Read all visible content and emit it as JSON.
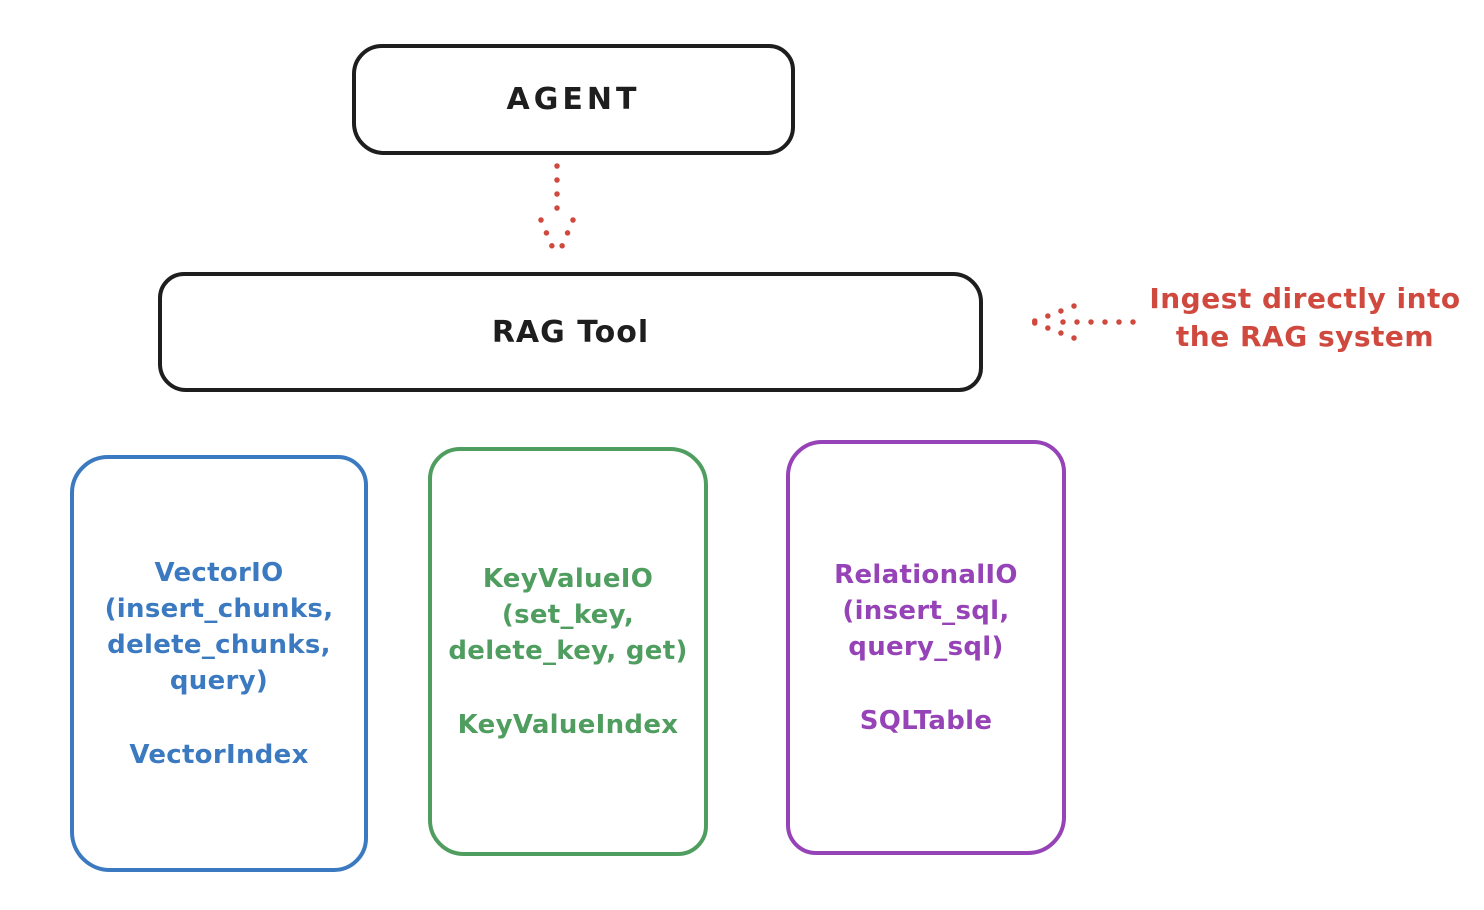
{
  "colors": {
    "stroke": "#1e1e1e",
    "red": "#d0493f",
    "blue": "#3b7ac0",
    "green": "#4f9e60",
    "purple": "#9643b8",
    "background": "#ffffff"
  },
  "nodes": {
    "agent": {
      "label": "AGENT"
    },
    "rag_tool": {
      "label": "RAG Tool"
    }
  },
  "arrows": {
    "agent_to_rag_tool": "dotted-arrow-down",
    "annotation_to_rag_tool": "dotted-arrow-left"
  },
  "annotation": {
    "line1": "Ingest directly into",
    "line2": "the RAG system"
  },
  "cards": [
    {
      "id": "vector-io",
      "color": "#3b7ac0",
      "lines": [
        "VectorIO",
        "(insert_chunks,",
        "delete_chunks,",
        "query)"
      ],
      "index_label": "VectorIndex"
    },
    {
      "id": "keyvalue-io",
      "color": "#4f9e60",
      "lines": [
        "KeyValueIO",
        "(set_key,",
        "delete_key, get)"
      ],
      "index_label": "KeyValueIndex"
    },
    {
      "id": "relational-io",
      "color": "#9643b8",
      "lines": [
        "RelationalIO",
        "(insert_sql,",
        "query_sql)"
      ],
      "index_label": "SQLTable"
    }
  ]
}
